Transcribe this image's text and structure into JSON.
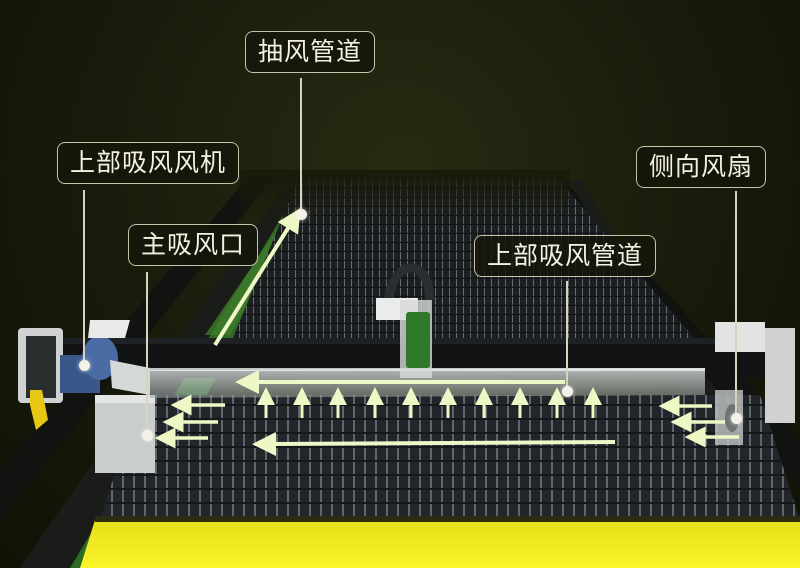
{
  "diagram": {
    "subject": "laser cutting machine dust extraction system",
    "labels": [
      {
        "id": "exhaust_duct",
        "text": "抽风管道"
      },
      {
        "id": "top_suction_fan",
        "text": "上部吸风风机"
      },
      {
        "id": "main_suction_port",
        "text": "主吸风口"
      },
      {
        "id": "side_fan",
        "text": "侧向风扇"
      },
      {
        "id": "top_suction_duct",
        "text": "上部吸风管道"
      }
    ],
    "colors": {
      "background": "#181b0a",
      "label_border": "#c9c2a6",
      "label_text": "#f4f1e4",
      "airflow_arrow": "#eef7c6",
      "bed_yellow": "#f2ea1e",
      "floor_green": "#2e6a25",
      "fan_blue": "#3f5f94",
      "head_green": "#2f7a2a"
    }
  }
}
